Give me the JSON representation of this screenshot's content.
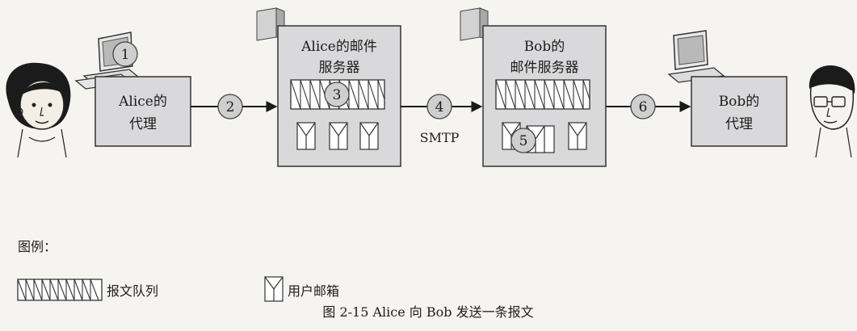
{
  "agents": {
    "alice": {
      "label_line1": "Alice的",
      "label_line2": "代理"
    },
    "bob": {
      "label_line1": "Bob的",
      "label_line2": "代理"
    }
  },
  "servers": {
    "alice": {
      "title_line1": "Alice的邮件",
      "title_line2": "服务器"
    },
    "bob": {
      "title_line1": "Bob的",
      "title_line2": "邮件服务器"
    }
  },
  "steps": [
    "1",
    "2",
    "3",
    "4",
    "5",
    "6"
  ],
  "protocol_label": "SMTP",
  "legend": {
    "title": "图例：",
    "message_queue": "报文队列",
    "user_mailbox": "用户邮箱"
  },
  "caption": "图 2-15    Alice 向 Bob 发送一条报文",
  "colors": {
    "box_fill": "#d9d8da",
    "step_circle_fill": "#cfcfd0",
    "arrow": "#1a1a1a",
    "background": "#f6f4f1"
  }
}
